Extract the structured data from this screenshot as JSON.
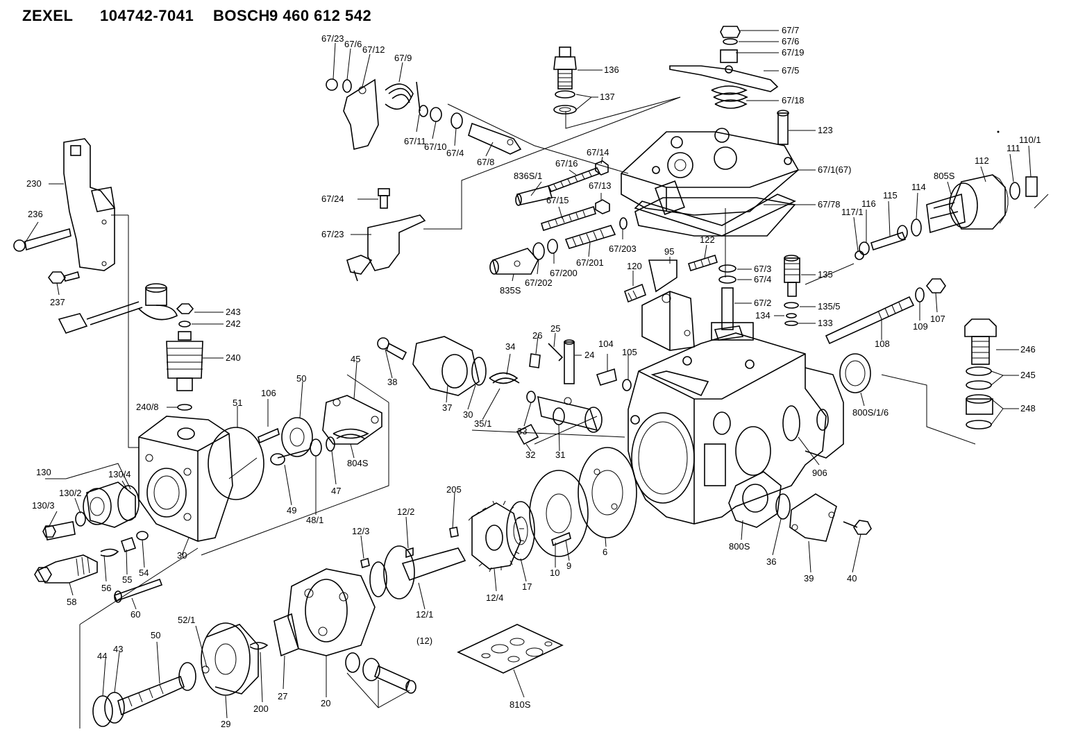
{
  "header": {
    "brand1": "ZEXEL",
    "code1": "104742-7041",
    "brand2": "BOSCH",
    "code2": "9 460 612 542"
  },
  "labels": [
    {
      "id": "67_23a",
      "text": "67/23"
    },
    {
      "id": "67_6a",
      "text": "67/6"
    },
    {
      "id": "67_12",
      "text": "67/12"
    },
    {
      "id": "67_9",
      "text": "67/9"
    },
    {
      "id": "67_11",
      "text": "67/11"
    },
    {
      "id": "67_10",
      "text": "67/10"
    },
    {
      "id": "67_4a",
      "text": "67/4"
    },
    {
      "id": "67_8",
      "text": "67/8"
    },
    {
      "id": "136",
      "text": "136"
    },
    {
      "id": "137",
      "text": "137"
    },
    {
      "id": "67_7",
      "text": "67/7"
    },
    {
      "id": "67_6b",
      "text": "67/6"
    },
    {
      "id": "67_19",
      "text": "67/19"
    },
    {
      "id": "67_5",
      "text": "67/5"
    },
    {
      "id": "67_18",
      "text": "67/18"
    },
    {
      "id": "123",
      "text": "123"
    },
    {
      "id": "67_1",
      "text": "67/1(67)"
    },
    {
      "id": "67_14",
      "text": "67/14"
    },
    {
      "id": "67_16",
      "text": "67/16"
    },
    {
      "id": "836s_1",
      "text": "836S/1"
    },
    {
      "id": "67_13",
      "text": "67/13"
    },
    {
      "id": "67_15",
      "text": "67/15"
    },
    {
      "id": "67_24",
      "text": "67/24"
    },
    {
      "id": "67_23b",
      "text": "67/23"
    },
    {
      "id": "67_78",
      "text": "67/78"
    },
    {
      "id": "67_203",
      "text": "67/203"
    },
    {
      "id": "67_201",
      "text": "67/201"
    },
    {
      "id": "67_200",
      "text": "67/200"
    },
    {
      "id": "67_202",
      "text": "67/202"
    },
    {
      "id": "835s",
      "text": "835S"
    },
    {
      "id": "95",
      "text": "95"
    },
    {
      "id": "122",
      "text": "122"
    },
    {
      "id": "120",
      "text": "120"
    },
    {
      "id": "67_3",
      "text": "67/3"
    },
    {
      "id": "67_4b",
      "text": "67/4"
    },
    {
      "id": "67_2",
      "text": "67/2"
    },
    {
      "id": "135",
      "text": "135"
    },
    {
      "id": "135_5",
      "text": "135/5"
    },
    {
      "id": "134",
      "text": "134"
    },
    {
      "id": "133",
      "text": "133"
    },
    {
      "id": "230",
      "text": "230"
    },
    {
      "id": "236",
      "text": "236"
    },
    {
      "id": "237",
      "text": "237"
    },
    {
      "id": "243",
      "text": "243"
    },
    {
      "id": "242",
      "text": "242"
    },
    {
      "id": "240",
      "text": "240"
    },
    {
      "id": "240_8",
      "text": "240/8"
    },
    {
      "id": "112",
      "text": "112"
    },
    {
      "id": "111",
      "text": "111"
    },
    {
      "id": "110_1",
      "text": "110/1"
    },
    {
      "id": "805s",
      "text": "805S"
    },
    {
      "id": "114",
      "text": "114"
    },
    {
      "id": "115",
      "text": "115"
    },
    {
      "id": "116",
      "text": "116"
    },
    {
      "id": "117_1",
      "text": "117/1"
    },
    {
      "id": "107",
      "text": "107"
    },
    {
      "id": "109",
      "text": "109"
    },
    {
      "id": "108",
      "text": "108"
    },
    {
      "id": "246",
      "text": "246"
    },
    {
      "id": "245",
      "text": "245"
    },
    {
      "id": "248",
      "text": "248"
    },
    {
      "id": "800s_1_6",
      "text": "800S/1/6"
    },
    {
      "id": "906",
      "text": "906"
    },
    {
      "id": "38",
      "text": "38"
    },
    {
      "id": "37",
      "text": "37"
    },
    {
      "id": "30a",
      "text": "30"
    },
    {
      "id": "35_1",
      "text": "35/1"
    },
    {
      "id": "34",
      "text": "34"
    },
    {
      "id": "33",
      "text": "33"
    },
    {
      "id": "26",
      "text": "26"
    },
    {
      "id": "25",
      "text": "25"
    },
    {
      "id": "24",
      "text": "24"
    },
    {
      "id": "32",
      "text": "32"
    },
    {
      "id": "31",
      "text": "31"
    },
    {
      "id": "104",
      "text": "104"
    },
    {
      "id": "105",
      "text": "105"
    },
    {
      "id": "45",
      "text": "45"
    },
    {
      "id": "50a",
      "text": "50"
    },
    {
      "id": "51",
      "text": "51"
    },
    {
      "id": "106",
      "text": "106"
    },
    {
      "id": "49",
      "text": "49"
    },
    {
      "id": "48_1",
      "text": "48/1"
    },
    {
      "id": "47",
      "text": "47"
    },
    {
      "id": "804s",
      "text": "804S"
    },
    {
      "id": "130",
      "text": "130"
    },
    {
      "id": "130_4",
      "text": "130/4"
    },
    {
      "id": "130_2",
      "text": "130/2"
    },
    {
      "id": "130_3",
      "text": "130/3"
    },
    {
      "id": "30b",
      "text": "30"
    },
    {
      "id": "54",
      "text": "54"
    },
    {
      "id": "55",
      "text": "55"
    },
    {
      "id": "56",
      "text": "56"
    },
    {
      "id": "58",
      "text": "58"
    },
    {
      "id": "60",
      "text": "60"
    },
    {
      "id": "205",
      "text": "205"
    },
    {
      "id": "12_2",
      "text": "12/2"
    },
    {
      "id": "12_3",
      "text": "12/3"
    },
    {
      "id": "12_4",
      "text": "12/4"
    },
    {
      "id": "12_1",
      "text": "12/1"
    },
    {
      "id": "12",
      "text": "(12)"
    },
    {
      "id": "17",
      "text": "17"
    },
    {
      "id": "10",
      "text": "10"
    },
    {
      "id": "9",
      "text": "9"
    },
    {
      "id": "6",
      "text": "6"
    },
    {
      "id": "800s",
      "text": "800S"
    },
    {
      "id": "36",
      "text": "36"
    },
    {
      "id": "39",
      "text": "39"
    },
    {
      "id": "40",
      "text": "40"
    },
    {
      "id": "52_1",
      "text": "52/1"
    },
    {
      "id": "50b",
      "text": "50"
    },
    {
      "id": "44",
      "text": "44"
    },
    {
      "id": "43",
      "text": "43"
    },
    {
      "id": "29",
      "text": "29"
    },
    {
      "id": "200",
      "text": "200"
    },
    {
      "id": "27",
      "text": "27"
    },
    {
      "id": "20",
      "text": "20"
    },
    {
      "id": "810s",
      "text": "810S"
    }
  ]
}
